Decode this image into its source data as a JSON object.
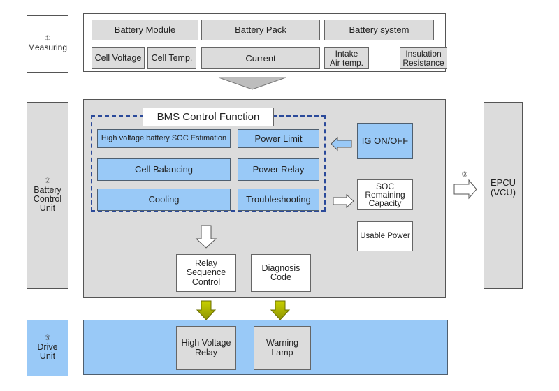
{
  "measuring": {
    "number": "①",
    "label": "Measuring",
    "row1": [
      "Battery Module",
      "Battery Pack",
      "Battery system"
    ],
    "row2": [
      "Cell Voltage",
      "Cell Temp.",
      "Current",
      "Intake\nAir temp.",
      "Insulation\nResistance"
    ]
  },
  "battery_control_unit": {
    "number": "②",
    "label": "Battery\nControl\nUnit"
  },
  "bms": {
    "title": "BMS Control Function",
    "functions": [
      "High voltage battery SOC Estimation",
      "Power Limit",
      "Cell Balancing",
      "Power Relay",
      "Cooling",
      "Troubleshooting"
    ],
    "ig": "IG ON/OFF",
    "soc": "SOC\nRemaining\nCapacity",
    "usable_power": "Usable Power",
    "relay_sequence": "Relay\nSequence\nControl",
    "diagnosis_code": "Diagnosis\nCode"
  },
  "epcu": {
    "number": "③",
    "label": "EPCU\n(VCU)"
  },
  "drive_unit": {
    "number": "③",
    "label": "Drive\nUnit",
    "outputs": [
      "High Voltage\nRelay",
      "Warning\nLamp"
    ]
  },
  "colors": {
    "blue_fill": "#99c9f7",
    "gray_fill": "#dcdcdc",
    "dashed_border": "#2b4a9a",
    "yellow_arrow": "#d8dc1a"
  }
}
